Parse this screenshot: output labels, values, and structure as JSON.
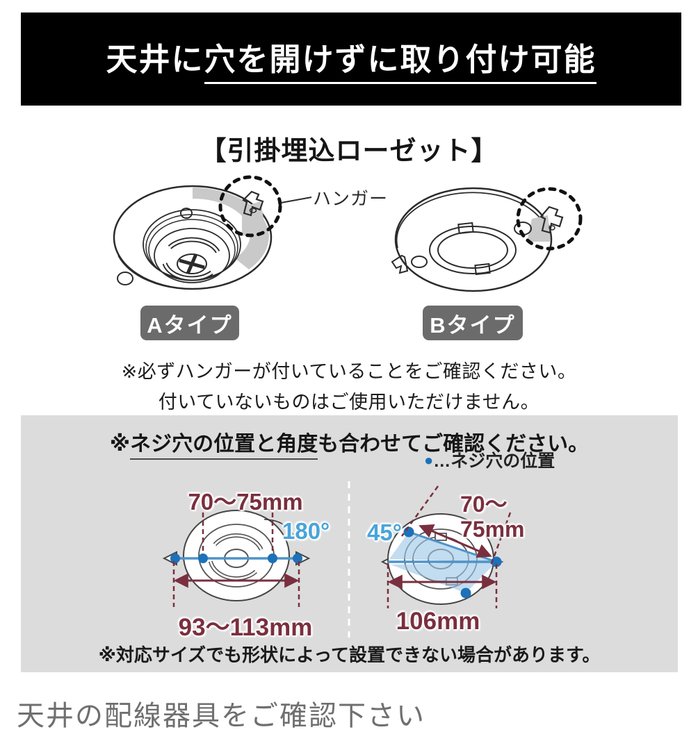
{
  "banner": {
    "text_plain": "天井に",
    "text_underlined": "穴を開けずに取り付け可能"
  },
  "rosette_section": {
    "title": "【引掛埋込ローゼット】",
    "hanger_label": "ハンガー",
    "type_a_label": "Aタイプ",
    "type_b_label": "Bタイプ",
    "note_line1": "※必ずハンガーが付いていることをご確認ください。",
    "note_line2": "付いていないものはご使用いただけません。"
  },
  "screw_panel": {
    "title_prefix": "※",
    "title_underlined": "ネジ穴の位置と角度",
    "title_rest": "も合わせてご確認ください。",
    "legend_dot": "●",
    "legend_text": "…ネジ穴の位置",
    "diagram_a": {
      "top_measure": "70〜75mm",
      "angle": "180°",
      "bottom_measure": "93〜113mm"
    },
    "diagram_b": {
      "angle": "45°",
      "diag_measure_line1": "70〜",
      "diag_measure_line2": "75mm",
      "bottom_measure": "106mm"
    },
    "note": "※対応サイズでも形状によって設置できない場合があります。"
  },
  "footer": {
    "caption": "天井の配線器具をご確認下さい"
  },
  "colors": {
    "maroon": "#7a2f3e",
    "blue": "#49a4da",
    "dotblue": "#1d71b8",
    "lineblue": "#4e93c9",
    "panel": "#dcdcdc",
    "labelbg": "#6b6b6b",
    "banner": "#000000",
    "footer": "#6f6f6f"
  }
}
